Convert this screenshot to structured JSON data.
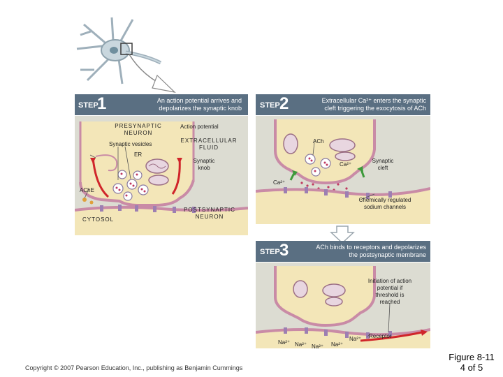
{
  "step1": {
    "step_word": "STEP",
    "step_number": "1",
    "description": "An action potential arrives and depolarizes the synaptic knob",
    "labels": {
      "presynaptic": "PRESYNAPTIC NEURON",
      "action_potential": "Action potential",
      "synaptic_vesicles": "Synaptic vesicles",
      "extracellular_fluid": "EXTRACELLULAR FLUID",
      "er": "ER",
      "synaptic_knob": "Synaptic knob",
      "ache": "AChE",
      "postsynaptic": "POSTSYNAPTIC NEURON",
      "cytosol": "CYTOSOL"
    }
  },
  "step2": {
    "step_word": "STEP",
    "step_number": "2",
    "description_line1": "Extracellular Ca²⁺ enters the synaptic",
    "description_line2": "cleft triggering the exocytosis of ACh",
    "labels": {
      "ach": "ACh",
      "ca_upper": "Ca²⁺",
      "synaptic_cleft": "Synaptic cleft",
      "ca_lower": "Ca²⁺",
      "sodium_channels": "Chemically regulated sodium channels"
    }
  },
  "step3": {
    "step_word": "STEP",
    "step_number": "3",
    "description_line1": "ACh binds to receptors and depolarizes",
    "description_line2": "the postsynaptic membrane",
    "labels": {
      "initiation": "Initiation of action potential if threshold is reached",
      "receptor": "Receptor",
      "na": [
        "Na²⁺",
        "Na²⁺",
        "Na²⁺",
        "Na²⁺",
        "Na²⁺"
      ]
    }
  },
  "footer": {
    "copyright": "Copyright © 2007 Pearson Education, Inc., publishing as Benjamin Cummings",
    "figure_line1": "Figure 8-11",
    "figure_line2": "4 of 5"
  },
  "colors": {
    "header": "#5a6f82",
    "panel": "#dcdcd2",
    "neuron_fill": "#f3e6b8",
    "membrane": "#c98ba6",
    "action_potential": "#d0252a",
    "ca_arrow": "#3d9a3a"
  }
}
